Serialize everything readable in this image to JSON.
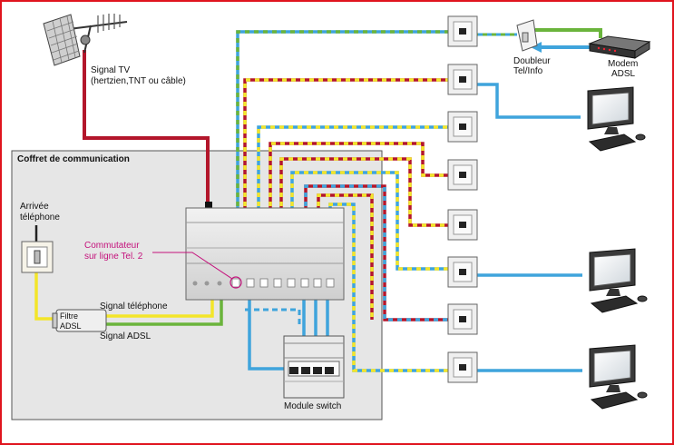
{
  "title": "Coffret de communication",
  "labels": {
    "signal_tv": "Signal TV",
    "signal_tv_sub": "(hertzien,TNT ou câble)",
    "arrivee_1": "Arrivée",
    "arrivee_2": "téléphone",
    "commutateur_1": "Commutateur",
    "commutateur_2": "sur ligne Tel. 2",
    "filtre_1": "Filtre",
    "filtre_2": "ADSL",
    "signal_telephone": "Signal téléphone",
    "signal_adsl": "Signal ADSL",
    "module_switch": "Module switch",
    "doubleur_1": "Doubleur",
    "doubleur_2": "Tel/Info",
    "modem_1": "Modem",
    "modem_2": "ADSL"
  },
  "colors": {
    "frame": "#e0141e",
    "panel": "#e6e6e6",
    "tv_cable": "#b3162b",
    "ethernet": "#3fa4dc",
    "phone": "#f3e52a",
    "adsl": "#6ab43c",
    "accent_label": "#c4127c"
  },
  "icons": {
    "antenna": "tv-antenna-icon",
    "outlet": "rj45-outlet-icon",
    "computer": "desktop-computer-icon",
    "modem": "adsl-modem-icon",
    "splitter": "doubleur-splitter-icon",
    "phone_socket": "phone-socket-icon"
  }
}
